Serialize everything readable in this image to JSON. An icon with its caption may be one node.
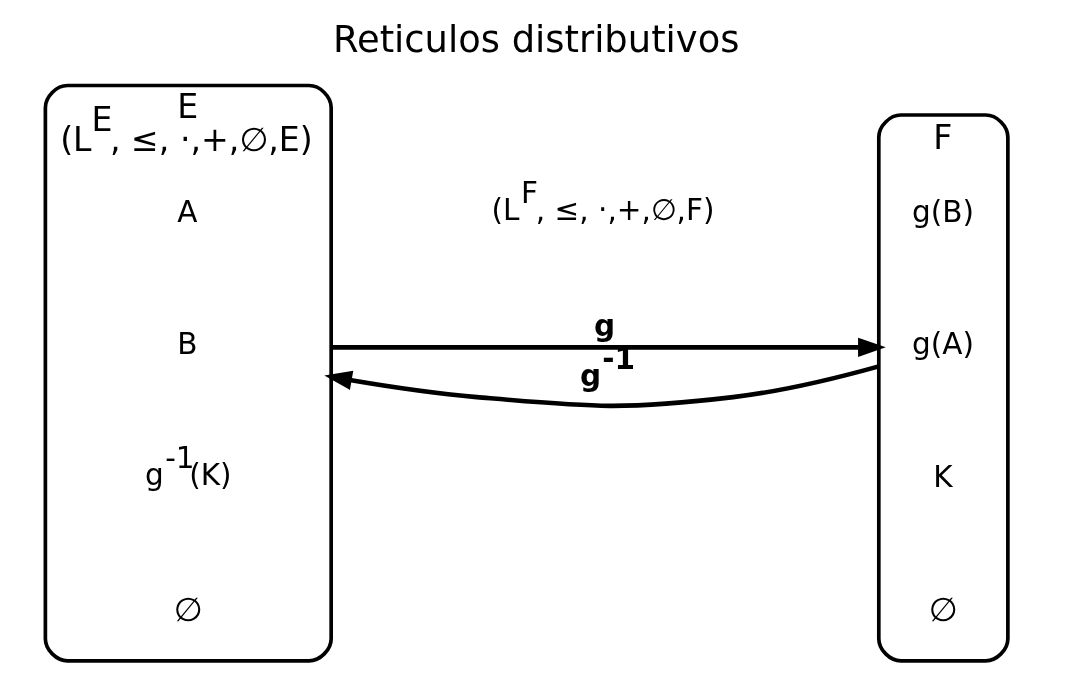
{
  "diagram": {
    "title": "Reticulos distributivos",
    "nodes": [
      {
        "text": [
          "E",
          "(L$^{E}$, ≤, ·,+,∅,E)",
          "∅"
        ]
      },
      {
        "text": [
          "A"
        ],
        "in": 0
      },
      {
        "text": [
          "B"
        ],
        "in": 0
      },
      {
        "text": [
          "g$^{-1}$(K)"
        ],
        "in": 0
      },
      {
        "text": [
          "F",
          "∅"
        ]
      },
      {
        "text": [
          "g(B)"
        ],
        "in": 4
      },
      {
        "text": [
          "g(A)"
        ],
        "in": 4
      },
      {
        "text": [
          "K"
        ],
        "in": 4
      }
    ],
    "edges": [
      {
        "from": 0,
        "to": 4,
        "arrow": "to",
        "label": "g"
      },
      {
        "from": 4,
        "to": 0,
        "arrow": "to",
        "label": "g$^{-1}$"
      }
    ],
    "labels": [
      "(L$^{F}$, ≤, ·,+,∅,F)"
    ]
  }
}
